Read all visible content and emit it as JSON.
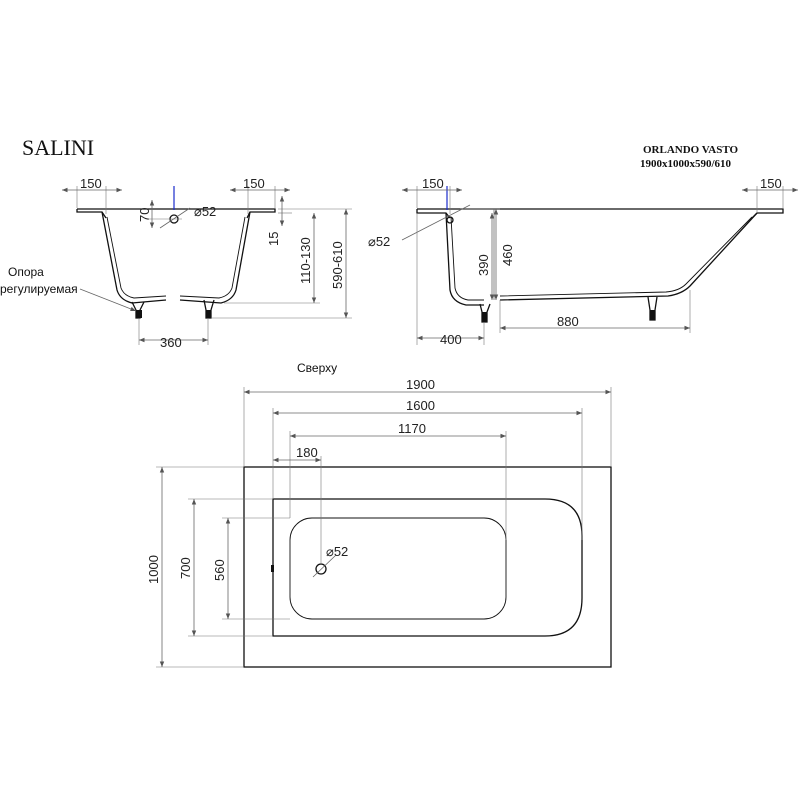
{
  "header": {
    "brand": "SALINI",
    "model_name": "ORLANDO VASTO",
    "model_size": "1900x1000x590/610"
  },
  "front_view": {
    "dim_left_rim": "150",
    "dim_right_rim": "150",
    "dim_drain_depth": "70",
    "dim_drain_diameter": "52",
    "dim_rim_thickness": "15",
    "dim_feet_height": "110-130",
    "dim_total_height": "590-610",
    "dim_feet_spacing": "360",
    "support_label_line1": "Опора",
    "support_label_line2": "регулируемая"
  },
  "side_view": {
    "dim_left_rim": "150",
    "dim_right_rim": "150",
    "dim_drain_diameter": "52",
    "dim_inner_depth": "390",
    "dim_outer_depth": "460",
    "dim_offset": "400",
    "dim_bottom_length": "880"
  },
  "top_view": {
    "label": "Сверху",
    "dim_length": "1900",
    "dim_inner_length": "1600",
    "dim_bottom_length": "1170",
    "dim_drain_offset": "180",
    "dim_drain_diameter": "52",
    "dim_width": "1000",
    "dim_inner_width": "700",
    "dim_bottom_width": "560"
  }
}
